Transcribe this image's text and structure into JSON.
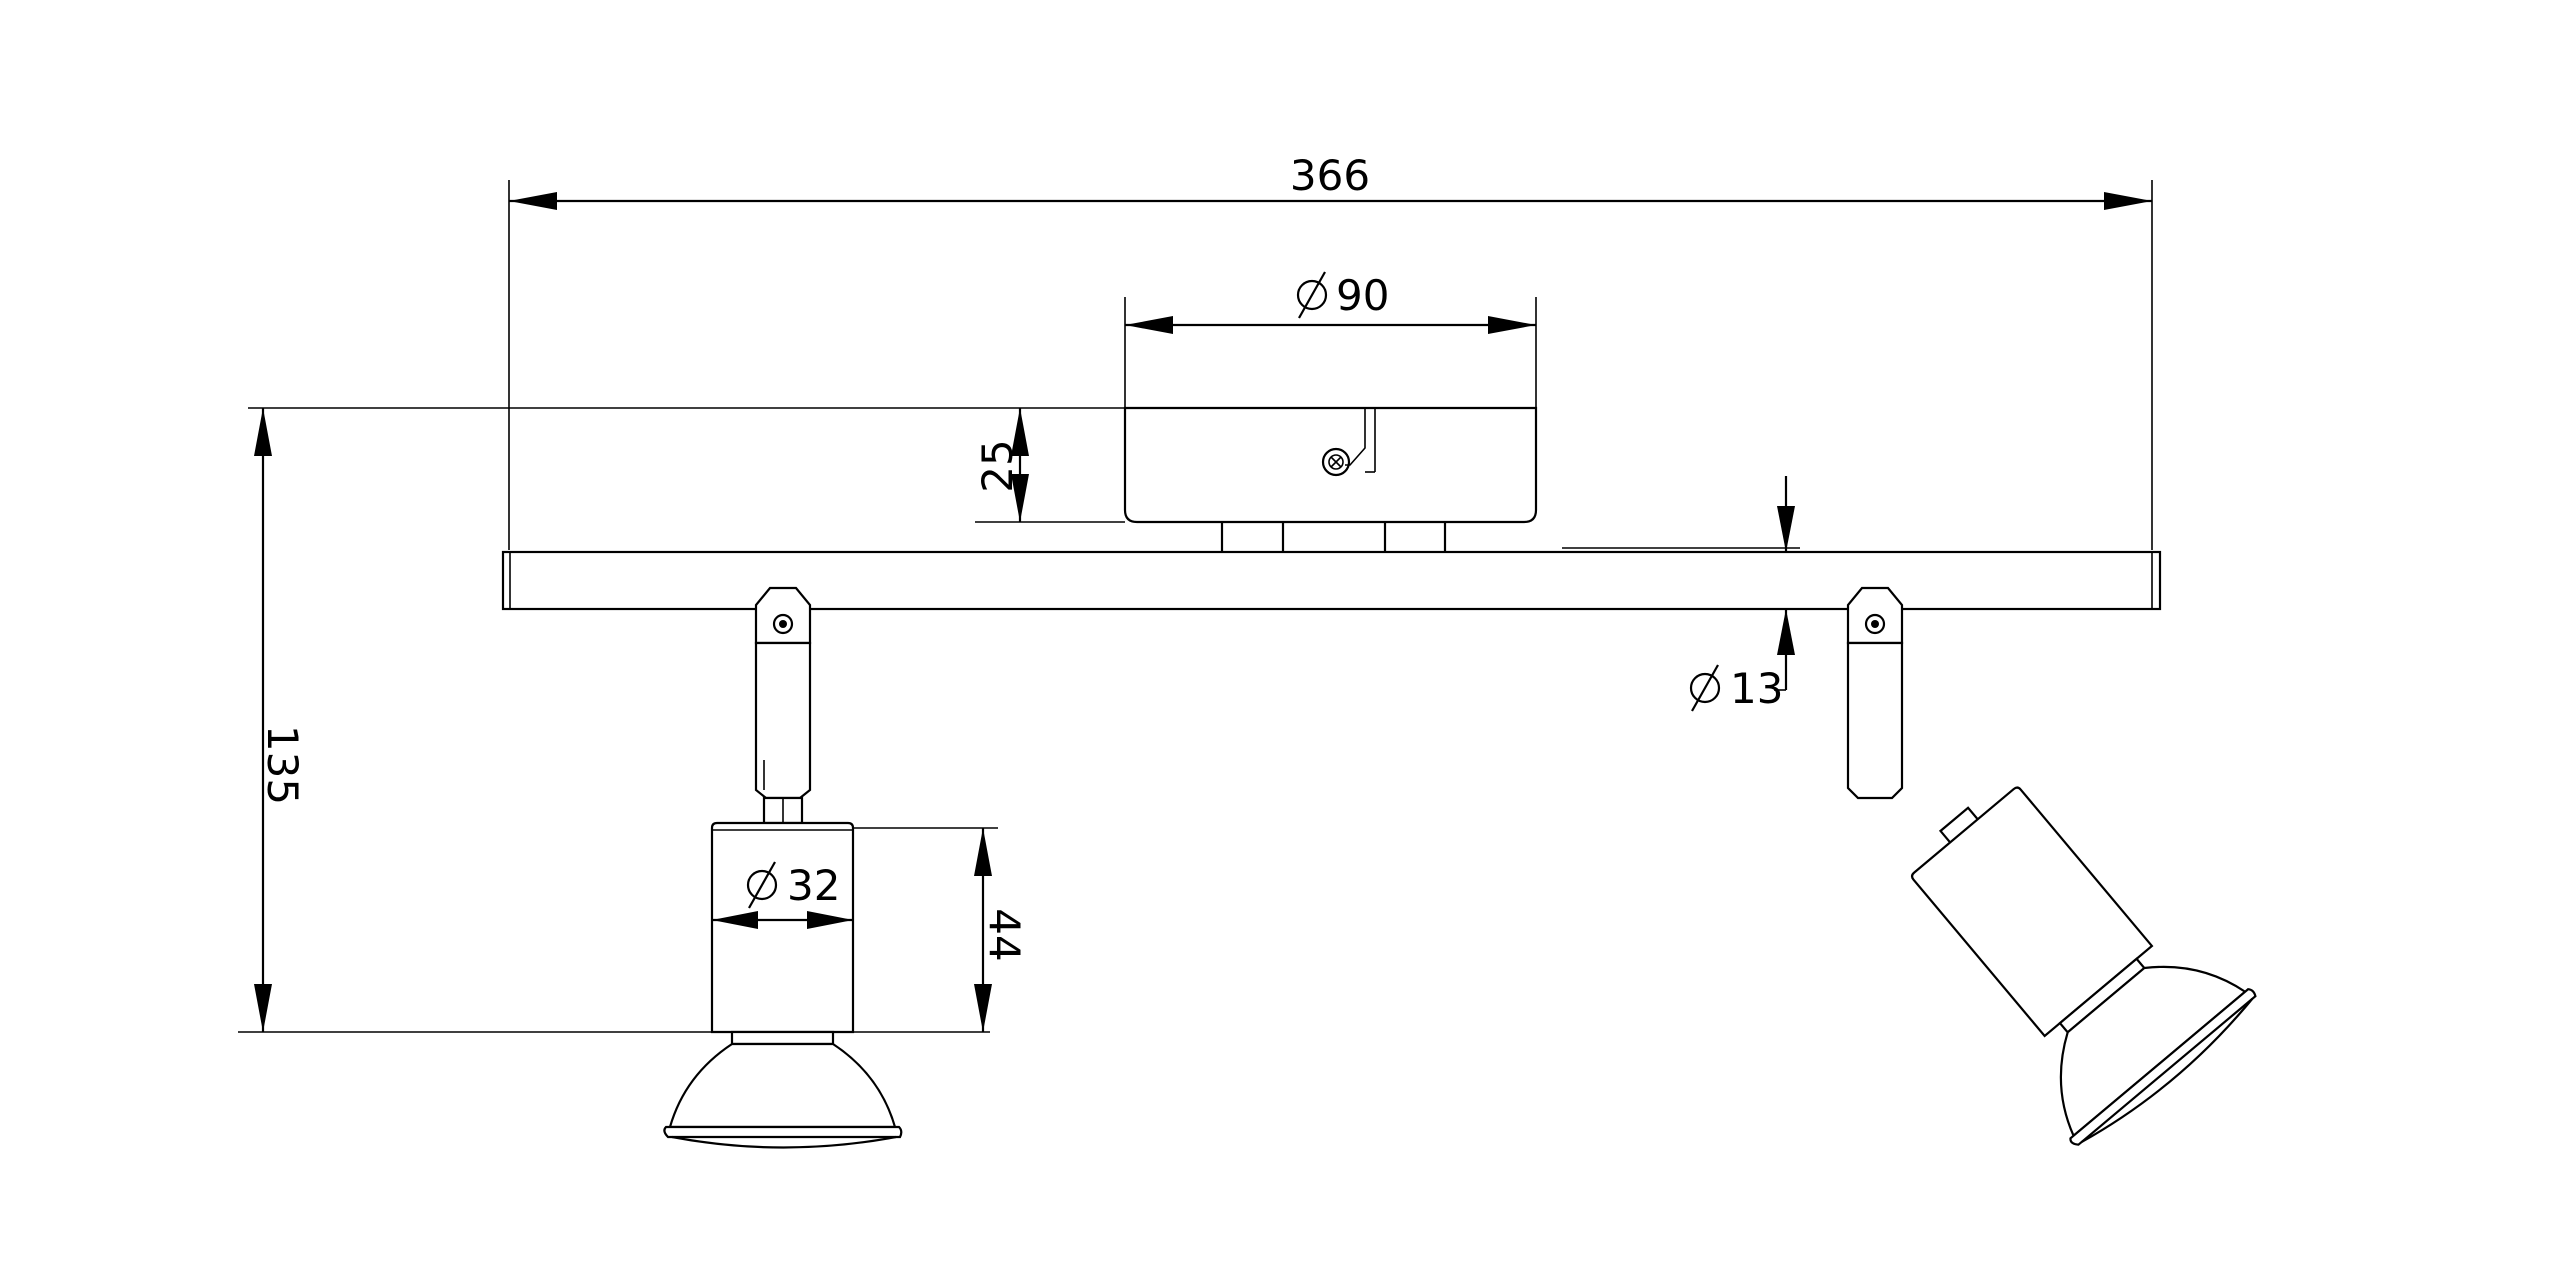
{
  "drawing": {
    "dimensions": {
      "overall_length": "366",
      "canopy_diameter": "90",
      "canopy_height": "25",
      "bar_diameter": "13",
      "total_height": "135",
      "spot_diameter": "32",
      "spot_height": "44"
    },
    "diameter_symbol": "Ø"
  }
}
